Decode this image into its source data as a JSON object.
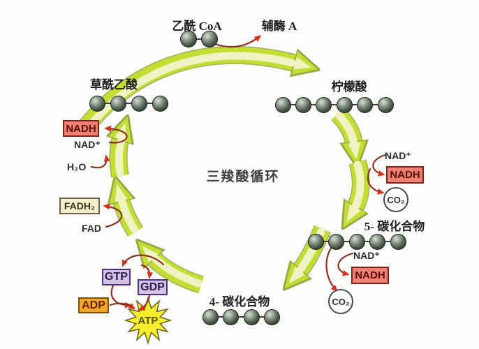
{
  "diagram": {
    "title": "三羧酸循环",
    "molecules": {
      "acetyl_coa": {
        "label": "乙酰 CoA",
        "carbons": 2
      },
      "coenzyme_a": {
        "label": "辅酶 A"
      },
      "oxaloacetate": {
        "label": "草酰乙酸",
        "carbons": 4
      },
      "citrate": {
        "label": "柠檬酸",
        "carbons": 6
      },
      "five_carbon": {
        "label": "5- 碳化合物",
        "carbons": 5
      },
      "four_carbon": {
        "label": "4- 碳化合物",
        "carbons": 4
      }
    },
    "left_cofactors": {
      "nadh": "NADH",
      "nad_plus": "NAD⁺",
      "water": "H₂O",
      "fadh2": "FADH₂",
      "fad": "FAD"
    },
    "right_upper_cofactors": {
      "nad_plus": "NAD⁺",
      "nadh": "NADH",
      "co2": "CO₂"
    },
    "right_lower_cofactors": {
      "nad_plus": "NAD⁺",
      "nadh": "NADH",
      "co2": "CO₂"
    },
    "energy": {
      "gtp": "GTP",
      "gdp": "GDP",
      "adp": "ADP",
      "atp": "ATP"
    },
    "colors": {
      "cycle_arrow_green": "#c3dd33",
      "cycle_arrow_pale": "#eff3c4",
      "nadh_box": "#ee8173",
      "fadh2_box": "#f4efca",
      "gtp_gdp_box": "#cfc2e2",
      "adp_box": "#f2a629",
      "atp_star": "#f6ed2e",
      "reaction_arrow": "#8a3322",
      "arrowhead_red": "#d03318"
    }
  }
}
